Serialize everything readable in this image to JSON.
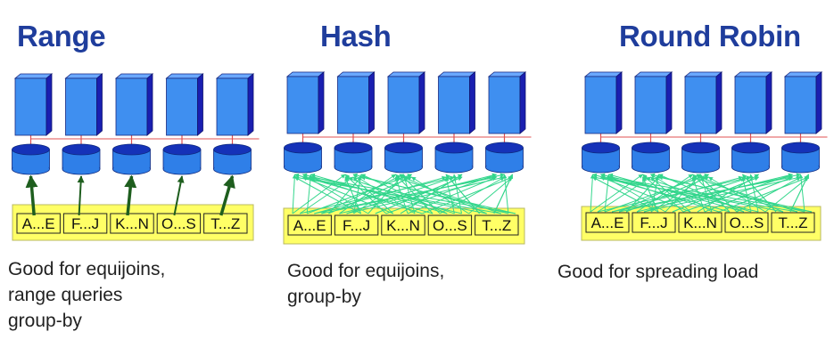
{
  "panels": [
    {
      "title": "Range",
      "mode": "range",
      "partitions": [
        "A...E",
        "F...J",
        "K...N",
        "O...S",
        "T...Z"
      ],
      "caption_lines": [
        "Good for equijoins,",
        "range queries",
        "group-by"
      ]
    },
    {
      "title": "Hash",
      "mode": "hash",
      "partitions": [
        "A...E",
        "F...J",
        "K...N",
        "O...S",
        "T...Z"
      ],
      "caption_lines": [
        "Good for equijoins,",
        "group-by"
      ]
    },
    {
      "title": "Round Robin",
      "mode": "roundrobin",
      "partitions": [
        "A...E",
        "F...J",
        "K...N",
        "O...S",
        "T...Z"
      ],
      "caption_lines": [
        "Good for spreading load"
      ]
    }
  ],
  "colors": {
    "title": "#1f3d9c",
    "server_front": "#3f8ff0",
    "server_side": "#1a1fb0",
    "disk": "#2f7fe8",
    "partition_box": "#ffff66",
    "range_arrow": "#1e5e1e",
    "hash_arrow": "#33d68c",
    "link": "#e05050"
  }
}
